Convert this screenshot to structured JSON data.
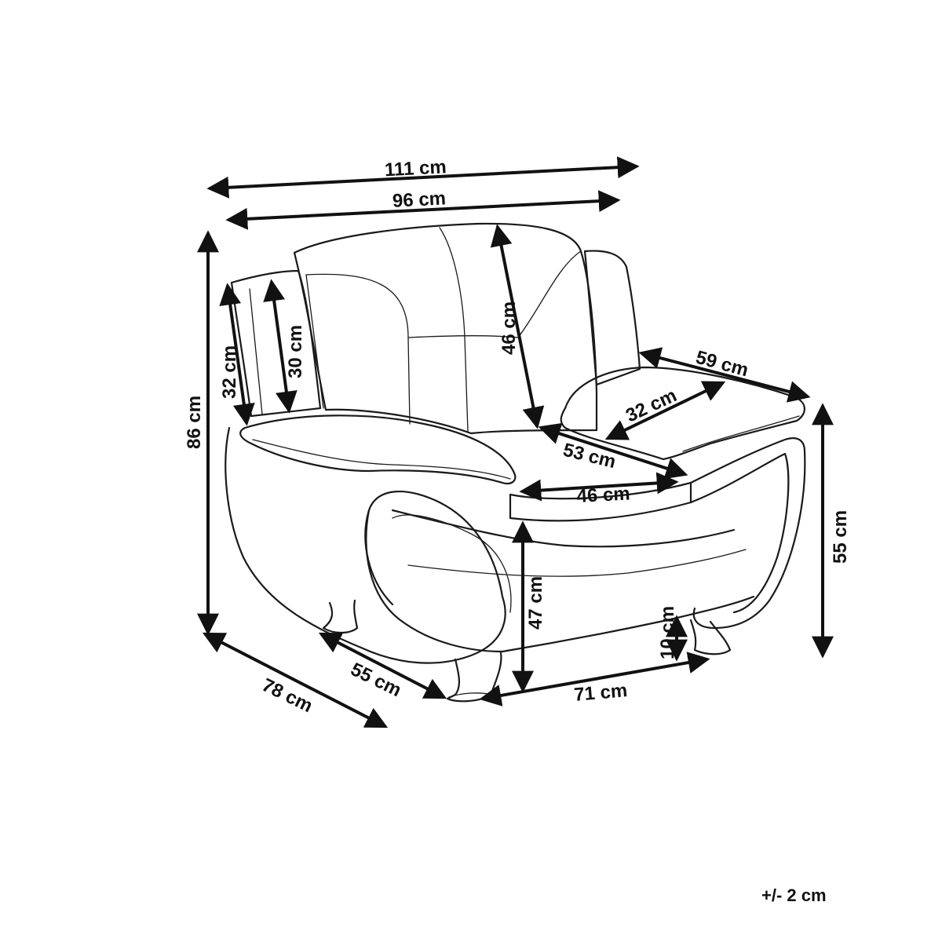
{
  "dimensions": {
    "total_width": "111 cm",
    "inner_width": "96 cm",
    "total_height": "86 cm",
    "armrest_outer_height": "32 cm",
    "armrest_inner_height": "30 cm",
    "backrest_height": "46 cm",
    "armrest_length": "59 cm",
    "armrest_width": "32 cm",
    "seat_depth": "53 cm",
    "seat_width": "46 cm",
    "arm_height": "55 cm",
    "seat_height": "47 cm",
    "leg_height": "10 cm",
    "total_depth": "78 cm",
    "leg_depth": "55 cm",
    "leg_width": "71 cm"
  },
  "tolerance": "+/- 2 cm"
}
